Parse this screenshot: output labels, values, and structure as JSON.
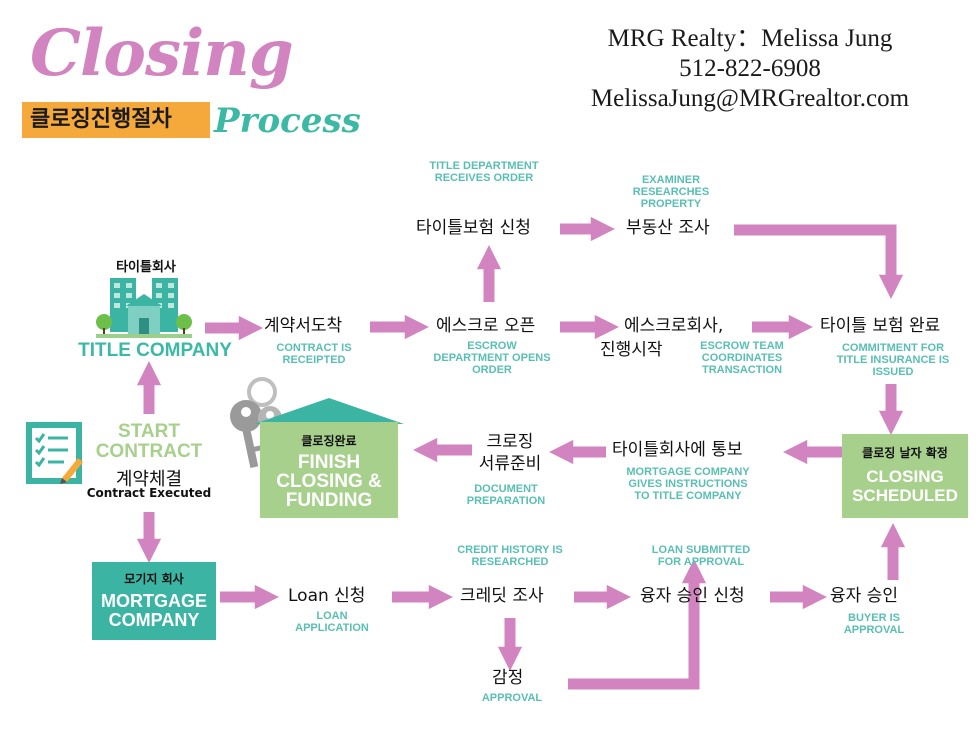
{
  "header": {
    "title": "Closing",
    "ribbon_korean": "클로징진행절차",
    "subtitle": "Process",
    "contact_name": "MRG Realty：Melissa Jung",
    "contact_phone": "512-822-6908",
    "contact_email": "MelissaJung@MRGrealtor.com"
  },
  "title_company": {
    "korean": "타이틀회사",
    "english": "TITLE COMPANY"
  },
  "start_contract": {
    "english": "START CONTRACT",
    "korean": "계약체결",
    "english_sub": "Contract Executed"
  },
  "mortgage_company": {
    "korean": "모기지 회사",
    "english": "MORTGAGE COMPANY"
  },
  "finish_box": {
    "korean": "클로징완료",
    "english": "FINISH CLOSING & FUNDING"
  },
  "closing_scheduled_box": {
    "korean": "클로징 날자 확정",
    "english": "CLOSING SCHEDULED"
  },
  "steps": {
    "contract_receipted": {
      "korean": "계약서도착",
      "english": "CONTRACT IS RECEIPTED"
    },
    "escrow_open": {
      "korean": "에스크로 오픈",
      "english": "ESCROW DEPARTMENT OPENS ORDER"
    },
    "escrow_company": {
      "korean_line1": "에스크로회사,",
      "korean_line2": "진행시작",
      "english": "ESCROW TEAM COORDINATES TRANSACTION"
    },
    "title_insurance_done": {
      "korean": "타이틀 보험 완료",
      "english": "COMMITMENT FOR TITLE INSURANCE IS ISSUED"
    },
    "title_insurance_apply": {
      "korean": "타이틀보험 신청",
      "english": "TITLE DEPARTMENT RECEIVES ORDER"
    },
    "property_research": {
      "korean": "부동산 조사",
      "english": "EXAMINER RESEARCHES PROPERTY"
    },
    "notify_title": {
      "korean": "타이틀회사에 통보",
      "english": "MORTGAGE COMPANY GIVES INSTRUCTIONS TO TITLE COMPANY"
    },
    "closing_documents": {
      "korean_line1": "크로징",
      "korean_line2": "서류준비",
      "english": "DOCUMENT PREPARATION"
    },
    "loan_apply": {
      "korean": "Loan 신청",
      "english": "LOAN APPLICATION"
    },
    "credit_check": {
      "korean": "크레딧 조사",
      "english": "CREDIT HISTORY IS RESEARCHED"
    },
    "appraisal": {
      "korean": "감정",
      "english": "APPROVAL"
    },
    "loan_approval_apply": {
      "korean": "융자 승인 신청",
      "english": "LOAN SUBMITTED FOR APPROVAL"
    },
    "loan_approved": {
      "korean": "융자 승인",
      "english": "BUYER IS APPROVAL"
    }
  },
  "colors": {
    "pink": "#d184bf",
    "teal": "#3cb4a4",
    "light_teal": "#59bfb3",
    "green": "#a8d08d",
    "orange": "#f6a93b"
  },
  "icons": [
    "building-icon",
    "checklist-icon",
    "keys-icon",
    "house-roof-icon"
  ]
}
